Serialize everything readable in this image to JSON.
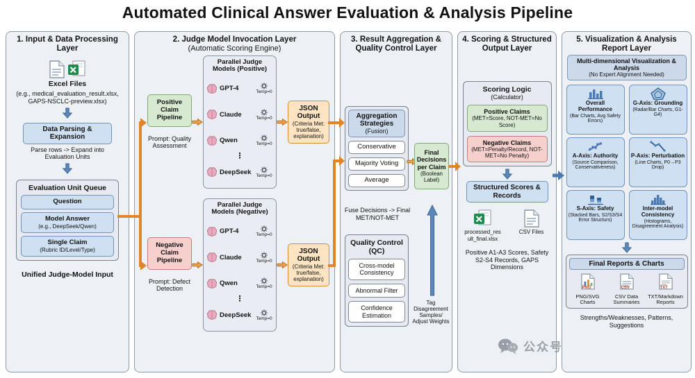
{
  "title": "Automated Clinical Answer Evaluation & Analysis Pipeline",
  "watermark": "公众号",
  "col1": {
    "title": "1. Input & Data Processing Layer",
    "excel_label": "Excel Files",
    "excel_sub": "(e.g., medical_evaluation_result.xlsx, GAPS-NSCLC-preview.xlsx)",
    "parsing": "Data Parsing & Expansion",
    "parsing_sub": "Parse rows -> Expand into Evaluation Units",
    "queue_title": "Evaluation Unit Queue",
    "queue_items": [
      {
        "label": "Question",
        "sub": ""
      },
      {
        "label": "Model Answer",
        "sub": "(e.g., DeepSeek/Qwen)"
      },
      {
        "label": "Single Claim",
        "sub": "(Rubric ID/Level/Type)"
      }
    ],
    "footer": "Unified Judge-Model Input"
  },
  "col2": {
    "title": "2. Judge Model Invocation Layer",
    "subtitle": "(Automatic Scoring Engine)",
    "models": [
      "GPT-4",
      "Claude",
      "Qwen",
      "DeepSeek"
    ],
    "temp_label": "Temp=0",
    "more_indicator": "⋮",
    "positive": {
      "pipeline": "Positive Claim Pipeline",
      "prompt": "Prompt: Quality Assessment",
      "models_title": "Parallel Judge Models (Positive)",
      "json_title": "JSON Output",
      "json_sub": "(Criteria Met: true/false, explanation)"
    },
    "negative": {
      "pipeline": "Negative Claim Pipeline",
      "prompt": "Prompt: Defect Detection",
      "models_title": "Parallel Judge Models (Negative)",
      "json_title": "JSON Output",
      "json_sub": "(Criteria Met: true/false, explanation)"
    }
  },
  "col3": {
    "title": "3. Result Aggregation & Quality Control Layer",
    "agg_title": "Aggregation Strategies",
    "agg_sub": "(Fusion)",
    "strategies": [
      "Conservative",
      "Majority Voting",
      "Average"
    ],
    "fuse_note": "Fuse Decisions -> Final MET/NOT-MET",
    "final_title": "Final Decisions per Claim",
    "final_sub": "(Boolean Label)",
    "qc_title": "Quality Control (QC)",
    "qc_items": [
      "Cross-model Consistency",
      "Abnormal Filter",
      "Confidence Estimation"
    ],
    "qc_note": "Tag Disagreement Samples/ Adjust Weights"
  },
  "col4": {
    "title": "4. Scoring & Structured Output Layer",
    "scoring_title": "Scoring Logic",
    "scoring_sub": "(Calculator)",
    "positive_label": "Positive Claims",
    "positive_sub": "(MET=Score, NOT-MET=No Score)",
    "negative_label": "Negative Claims",
    "negative_sub": "(MET=Penalty/Record, NOT-MET=No Penalty)",
    "structured": "Structured Scores & Records",
    "excel_file": "processed_result_final.xlsx",
    "csv_label": "CSV Files",
    "footer": "Positive A1-A3 Scores, Safety S2-S4 Records, GAPS Dimensions"
  },
  "col5": {
    "title": "5. Visualization & Analysis Report Layer",
    "viz_title": "Multi-dimensional Visualization & Analysis",
    "viz_sub": "(No Expert Alignment Needed)",
    "cards": [
      {
        "title": "Overall Performance",
        "sub": "(Bar Charts, Avg Safety Errors)"
      },
      {
        "title": "G-Axis: Grounding",
        "sub": "(Radar/Bar Charts, G1-G4)"
      },
      {
        "title": "A-Axis: Authority",
        "sub": "(Source Comparison, Conservativeness)"
      },
      {
        "title": "P-Axis: Perturbation",
        "sub": "(Line Charts, P0→P3 Drop)"
      },
      {
        "title": "S-Axis: Safety",
        "sub": "(Stacked Bars, S2/S3/S4 Error Structurs)"
      },
      {
        "title": "Inter-model Consistency",
        "sub": "(Histograms, Disagreement Analysis)"
      }
    ],
    "reports_title": "Final Reports & Charts",
    "reports": [
      {
        "badge": "PNG",
        "label": "PNG/SVG Charts"
      },
      {
        "badge": "CSV",
        "label": "CSV Data Summaries"
      },
      {
        "badge": "TXT",
        "label": "TXT/Markdown Reports"
      }
    ],
    "footer": "Strengths/Weaknesses, Patterns, Suggestions"
  }
}
